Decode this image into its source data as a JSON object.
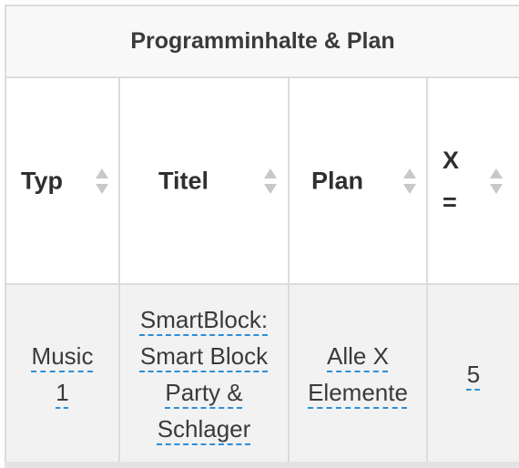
{
  "table": {
    "caption": "Programminhalte & Plan",
    "columns": [
      {
        "label": "Typ"
      },
      {
        "label": "Titel"
      },
      {
        "label": "Plan"
      },
      {
        "label": "X ="
      }
    ],
    "rows": [
      {
        "typ": "Music 1",
        "titel": "SmartBlock: Smart Block Party & Schlager",
        "plan": "Alle X Elemente",
        "x": "5"
      }
    ]
  },
  "icons": {
    "sort": "sort-up-down-icon"
  },
  "colors": {
    "border": "#dcdcdc",
    "row_bg": "#f2f2f2",
    "dotted_underline": "#2d8fd6",
    "sort_icon": "#c8c8c8"
  }
}
